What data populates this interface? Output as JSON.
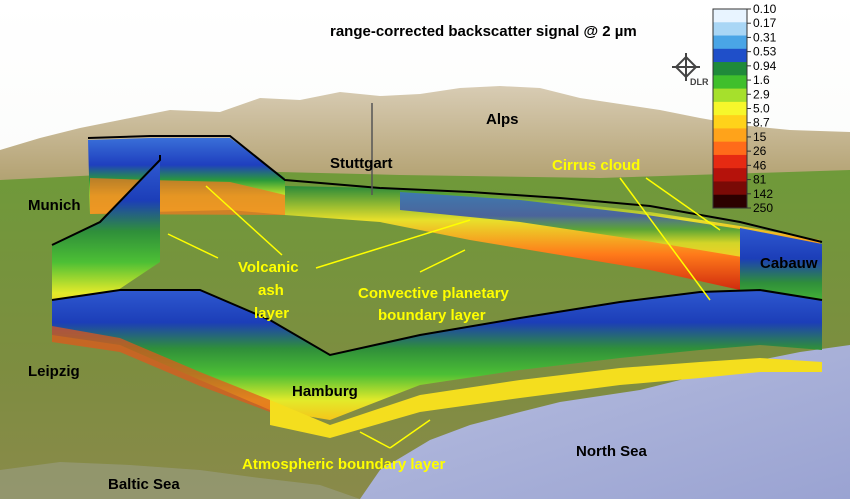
{
  "title": "range-corrected backscatter signal @ 2 µm",
  "logo_text": "DLR",
  "colorbar": {
    "ticks": [
      "0.10",
      "0.17",
      "0.31",
      "0.53",
      "0.94",
      "1.6",
      "2.9",
      "5.0",
      "8.7",
      "15",
      "26",
      "46",
      "81",
      "142",
      "250"
    ],
    "colors": [
      "#e8f4ff",
      "#a9d6f5",
      "#4aa5e6",
      "#1f4fc9",
      "#1f8a3a",
      "#3fbf2c",
      "#a6e02c",
      "#f6f72b",
      "#ffd21a",
      "#ffa31a",
      "#ff6b1a",
      "#e62a12",
      "#b5120b",
      "#7a0a06",
      "#2b0000"
    ]
  },
  "cities": {
    "alps": "Alps",
    "stuttgart": "Stuttgart",
    "munich": "Munich",
    "cabauw": "Cabauw",
    "leipzig": "Leipzig",
    "hamburg": "Hamburg"
  },
  "seas": {
    "north_sea": "North Sea",
    "baltic_sea": "Baltic Sea"
  },
  "annotations": {
    "volcanic": [
      "Volcanic",
      "ash",
      "layer"
    ],
    "convective": [
      "Convective planetary",
      "boundary layer"
    ],
    "cirrus": "Cirrus cloud",
    "atmospheric": "Atmospheric boundary layer"
  }
}
